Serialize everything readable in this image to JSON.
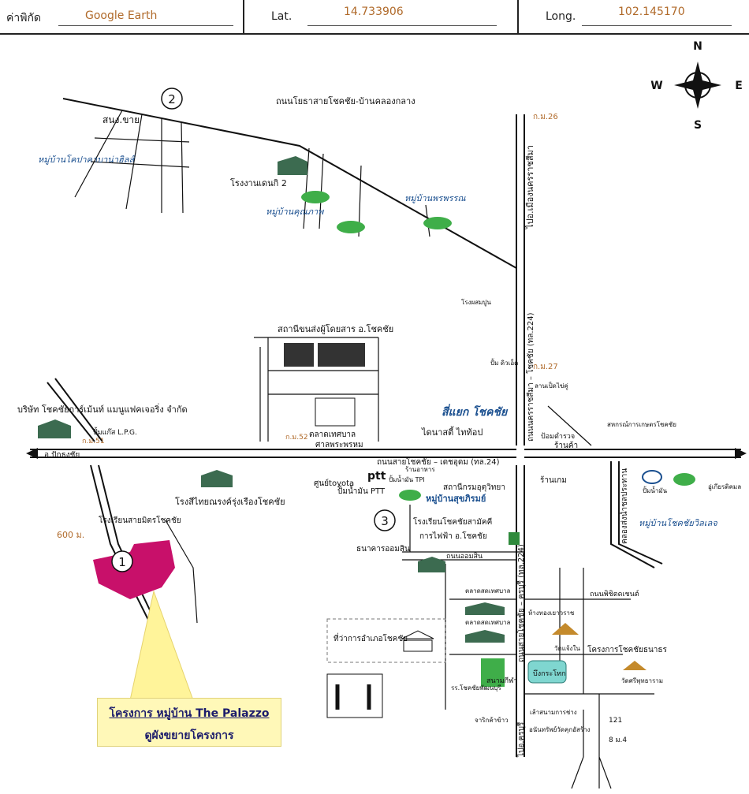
{
  "header": {
    "coords_label": "ค่าพิกัด",
    "source": "Google Earth",
    "lat_label": "Lat.",
    "lat_value": "14.733906",
    "long_label": "Long.",
    "long_value": "102.145170"
  },
  "compass": {
    "n": "N",
    "s": "S",
    "e": "E",
    "w": "W"
  },
  "markers": {
    "m1": "1",
    "m2": "2",
    "m3": "3"
  },
  "labels": {
    "road_top": "ถนนโยธาสายโชคชัย-บ้านคลองกลาง",
    "snong_khai": "สนง.ขาย",
    "village_top_left": "หมู่บ้านโคปาคาบาน่าฮิลส์",
    "factory_denki": "โรงงานเดนกิ 2",
    "village_khunnaphap": "หมู่บ้านคุณภาพ",
    "village_phonphan": "หมู่บ้านพรพรรณ",
    "km26": "ก.ม.26",
    "road_vertical_top": "ไปอ.เมืองนครราชสีมา",
    "cement_factory": "โรงผสมปูน",
    "bus_station": "สถานีขนส่งผู้โดยสาร อ.โชคชัย",
    "pump_star": "ปั้ม ดิวเอ็ด",
    "km27": "ก.ม.27",
    "road_vertical_mid": "ถนนนครราชสีมา – โชคชัย (ทล.224)",
    "duck_farm": "ลานเป็ดไข่คู่",
    "company_garment": "บริษัท โชคชัยการ์เม้นท์ แมนูแฟคเจอริ่ง จำกัด",
    "lpg_pump": "ปั้มแก๊ส L.P.G.",
    "km51": "ก.ม.51",
    "km52": "ก.ม.52",
    "market_thesaban": "ตลาดเทศบาล",
    "shrine": "ศาลพระพรหม",
    "intersection": "สี่แยก โชคชัย",
    "dynasty": "ไดนาสตี้ ไทท้อป",
    "police_box": "ป้อมตำรวจ",
    "shop_kha": "ร้านค้า",
    "agri_coop": "สหกรณ์การเกษตรโชคชัย",
    "to_pakthongchai": "อ.ปักธงชัย",
    "main_road": "ถนนสายโชคชัย – เดชอุดม (ทล.24)",
    "restaurant": "ร้านอาหาร",
    "game_shop": "ร้านเกม",
    "esso_pump": "ปั้มน้ำมัน",
    "tire_shop": "อู่เกียรติคมล",
    "textile_factory": "โรงสีไทยณรงค์รุ่งเรืองโชคชัย",
    "toyota_center": "ศูนย์toyota",
    "ptt_pump": "ปั้มน้ำมัน PTT",
    "tpi_pump": "ปั้มน้ำมัน TPI",
    "weather_station": "สถานีกรมอุตุวิทยา",
    "village_sukhirom": "หมู่บ้านสุขภิรมย์",
    "canal": "คลองส่งน้ำชลประทาน",
    "village_chokchai_villa": "หมู่บ้านโชคชัยวิลเลจ",
    "school_sahamit": "โรงเรียนสายมิตรโชคชัย",
    "distance_600": "600 ม.",
    "school_samakkhi": "โรงเรียนโชคชัยสามัคคี",
    "electric_office": "การไฟฟ้า อ.โชคชัย",
    "gsb_bank": "ธนาคารออมสิน",
    "omsin_road": "ถนนออมสิน",
    "road_vertical_bottom": "ถนนสายโชคชัย – ครบุรี (ทล.224)",
    "market_bottom_1": "ตลาดสดเทศบาล",
    "market_bottom_2": "ตลาดสดเทศบาล",
    "phichit_road": "ถนนพิชิตดเชนต์",
    "gold_shop": "ห้างทองเยาวราช",
    "district_office": "ที่ว่าการอำเภอโชคชัย",
    "wat_chaengnai": "วัดแจ้งใน",
    "chokchai_thanathon": "โครงการโชคชัยธนาธร",
    "wat_sri": "วัดศรีพุทธาราม",
    "stadium": "สนามกีฬา",
    "pond": "บึงกระโทก",
    "school_phattanaburi": "รร.โชคชัยพัฒนบุรี",
    "aero_school": "เล้าสนามการช่าง",
    "jarik_shop": "จาริกค้าข้าว",
    "to_khonburi": "ไปอ.ครบุรี",
    "bridge_121": "121",
    "chokchai_monument": "อนันทรัพย์วัดคุกอัสร้าง",
    "m4": "8 ม.4"
  },
  "callout": {
    "line1": "โครงการ หมู่บ้าน The Palazzo",
    "line2": "ดูผังขยายโครงการ"
  },
  "colors": {
    "road": "#111111",
    "project": "#c8106a",
    "callout_bg": "#fff8b8",
    "label_blue": "#1a4f8f",
    "label_orange": "#b06a2a",
    "village_green": "#3fae49"
  }
}
